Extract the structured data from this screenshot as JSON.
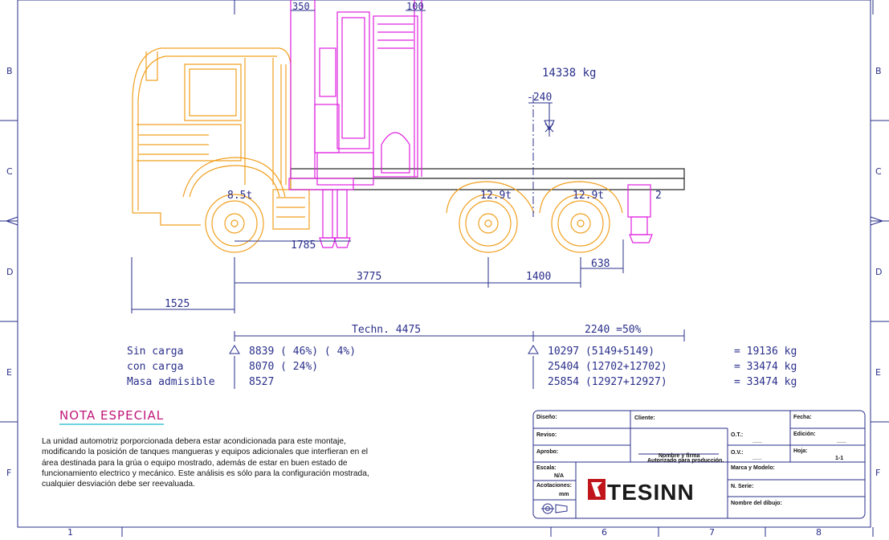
{
  "frame": {
    "row_letters": [
      "B",
      "C",
      "D",
      "E",
      "F"
    ],
    "col_numbers": [
      "1",
      "6",
      "7",
      "8"
    ]
  },
  "dims": {
    "top_350": "350",
    "top_100": "100",
    "weight_label": "14338 kg",
    "offset_240": "-240",
    "axle_front": "8.5t",
    "axle_rear1": "12.9t",
    "axle_rear2": "12.9t",
    "outrigger_2": "2",
    "d_1785": "1785",
    "d_638": "638",
    "d_3775": "3775",
    "d_1400": "1400",
    "d_1525": "1525",
    "techn": "Techn. 4475",
    "overhang": "2240 =50%"
  },
  "loads": {
    "row1_label": "Sin carga",
    "row1_front": "8839 ( 46%)   ( 4%)",
    "row1_rear": "10297 (5149+5149)",
    "row1_total": "=  19136 kg",
    "row2_label": "con carga",
    "row2_front": "8070 ( 24%)",
    "row2_rear": "25404 (12702+12702)",
    "row2_total": "=  33474 kg",
    "row3_label": "Masa admisible",
    "row3_front": "8527",
    "row3_rear": "25854 (12927+12927)",
    "row3_total": "=  33474 kg"
  },
  "note": {
    "title": "NOTA ESPECIAL",
    "body": "La unidad automotriz porporcionada debera estar acondicionada para este montaje, modificando la posición de tanques mangueras y equipos adicionales que interfieran en el área destinada para la grúa o equipo mostrado, además de estar en buen estado de funcionamiento electrico y mecánico. Este análisis es sólo para la configuración mostrada, cualquier desviación debe ser reevaluada."
  },
  "title_block": {
    "diseno": "Diseño:",
    "reviso": "Reviso:",
    "aprobo": "Aprobo:",
    "cliente": "Cliente:",
    "firma_l1": "Nombre y firma",
    "firma_l2": "Autorizado para producción.",
    "ot": "O.T.:",
    "ot_val": "___",
    "ov": "O.V.:",
    "ov_val": "___",
    "fecha": "Fecha:",
    "edicion": "Edición:",
    "edicion_val": "___",
    "hoja": "Hoja:",
    "hoja_val": "1-1",
    "escala": "Escala:",
    "escala_val": "N/A",
    "acotaciones": "Acotaciones:",
    "acotaciones_val": "mm",
    "marca": "Marca y Modelo:",
    "serie": "N. Serie:",
    "nombre_dibujo": "Nombre del dibujo:",
    "logo_text": "TESINN",
    "logo_color": "#c0161b"
  },
  "colors": {
    "cab": "#f0a020",
    "crane": "#e020e0",
    "dimension": "#2a2f8a"
  }
}
